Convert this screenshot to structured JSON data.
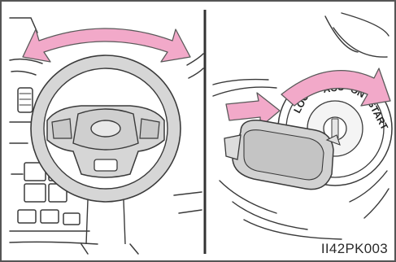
{
  "figure": {
    "code": "II42PK003",
    "ignition_positions": [
      "LOCK",
      "ACC",
      "ON",
      "START"
    ],
    "colors": {
      "arrow_fill": "#f2a9c9",
      "arrow_stroke": "#5a5a5a",
      "wheel_fill": "#d8d8d8",
      "line": "#3a3a3a",
      "border": "#5a5a5a"
    }
  }
}
